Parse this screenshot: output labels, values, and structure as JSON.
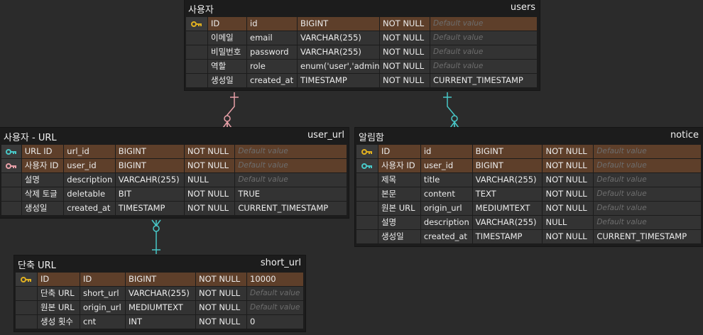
{
  "colors": {
    "pk_row": "#5e3f2a",
    "pk_key": "#e0b020",
    "fk_pink": "#e8a0a8",
    "fk_teal": "#48c8c8"
  },
  "tables": [
    {
      "title": "사용자",
      "name": "users",
      "rows": [
        {
          "label": "ID",
          "column": "id",
          "type": "BIGINT",
          "nullable": "NOT NULL",
          "default": "Default value",
          "default_placeholder": true,
          "key": "pk-key-icon",
          "pk": true
        },
        {
          "label": "이메일",
          "column": "email",
          "type": "VARCHAR(255)",
          "nullable": "NOT NULL",
          "default": "Default value",
          "default_placeholder": true,
          "key": "",
          "pk": false
        },
        {
          "label": "비밀번호",
          "column": "password",
          "type": "VARCHAR(255)",
          "nullable": "NOT NULL",
          "default": "Default value",
          "default_placeholder": true,
          "key": "",
          "pk": false
        },
        {
          "label": "역할",
          "column": "role",
          "type": "enum('user','admin')",
          "nullable": "NOT NULL",
          "default": "Default value",
          "default_placeholder": true,
          "key": "",
          "pk": false
        },
        {
          "label": "생성일",
          "column": "created_at",
          "type": "TIMESTAMP",
          "nullable": "NOT NULL",
          "default": "CURRENT_TIMESTAMP",
          "default_placeholder": false,
          "key": "",
          "pk": false
        }
      ]
    },
    {
      "title": "사용자 - URL",
      "name": "user_url",
      "rows": [
        {
          "label": "URL ID",
          "column": "url_id",
          "type": "BIGINT",
          "nullable": "NOT NULL",
          "default": "Default value",
          "default_placeholder": true,
          "key": "fk-teal-key-icon",
          "pk": true
        },
        {
          "label": "사용자 ID",
          "column": "user_id",
          "type": "BIGINT",
          "nullable": "NOT NULL",
          "default": "Default value",
          "default_placeholder": true,
          "key": "fk-pink-key-icon",
          "pk": true
        },
        {
          "label": "설명",
          "column": "description",
          "type": "VARCAHR(255)",
          "nullable": "NULL",
          "default": "Default value",
          "default_placeholder": true,
          "key": "",
          "pk": false
        },
        {
          "label": "삭제 토글",
          "column": "deletable",
          "type": "BIT",
          "nullable": "NOT NULL",
          "default": "TRUE",
          "default_placeholder": false,
          "key": "",
          "pk": false
        },
        {
          "label": "생성일",
          "column": "created_at",
          "type": "TIMESTAMP",
          "nullable": "NOT NULL",
          "default": "CURRENT_TIMESTAMP",
          "default_placeholder": false,
          "key": "",
          "pk": false
        }
      ]
    },
    {
      "title": "알림함",
      "name": "notice",
      "rows": [
        {
          "label": "ID",
          "column": "id",
          "type": "BIGINT",
          "nullable": "NOT NULL",
          "default": "Default value",
          "default_placeholder": true,
          "key": "pk-key-icon",
          "pk": true
        },
        {
          "label": "사용자 ID",
          "column": "user_id",
          "type": "BIGINT",
          "nullable": "NOT NULL",
          "default": "Default value",
          "default_placeholder": true,
          "key": "fk-teal-key-icon",
          "pk": true
        },
        {
          "label": "제목",
          "column": "title",
          "type": "VARCHAR(255)",
          "nullable": "NOT NULL",
          "default": "Default value",
          "default_placeholder": true,
          "key": "",
          "pk": false
        },
        {
          "label": "본문",
          "column": "content",
          "type": "TEXT",
          "nullable": "NOT NULL",
          "default": "Default value",
          "default_placeholder": true,
          "key": "",
          "pk": false
        },
        {
          "label": "원본 URL",
          "column": "origin_url",
          "type": "MEDIUMTEXT",
          "nullable": "NOT NULL",
          "default": "Default value",
          "default_placeholder": true,
          "key": "",
          "pk": false
        },
        {
          "label": "설명",
          "column": "description",
          "type": "VARCHAR(255)",
          "nullable": "NULL",
          "default": "Default value",
          "default_placeholder": true,
          "key": "",
          "pk": false
        },
        {
          "label": "생성일",
          "column": "created_at",
          "type": "TIMESTAMP",
          "nullable": "NOT NULL",
          "default": "CURRENT_TIMESTAMP",
          "default_placeholder": false,
          "key": "",
          "pk": false
        }
      ]
    },
    {
      "title": "단축 URL",
      "name": "short_url",
      "rows": [
        {
          "label": "ID",
          "column": "ID",
          "type": "BIGINT",
          "nullable": "NOT NULL",
          "default": "10000",
          "default_placeholder": false,
          "key": "pk-key-icon",
          "pk": true
        },
        {
          "label": "단축 URL",
          "column": "short_url",
          "type": "VARCHAR(255)",
          "nullable": "NOT NULL",
          "default": "Default value",
          "default_placeholder": true,
          "key": "",
          "pk": false
        },
        {
          "label": "원본 URL",
          "column": "origin_url",
          "type": "MEDIUMTEXT",
          "nullable": "NOT NULL",
          "default": "Default value",
          "default_placeholder": true,
          "key": "",
          "pk": false
        },
        {
          "label": "생성 횟수",
          "column": "cnt",
          "type": "INT",
          "nullable": "NOT NULL",
          "default": "0",
          "default_placeholder": false,
          "key": "",
          "pk": false
        }
      ]
    }
  ],
  "relations": [
    {
      "from": "users",
      "to": "user_url",
      "kind": "one-to-zero-or-many",
      "color": "#e8a0a8"
    },
    {
      "from": "users",
      "to": "notice",
      "kind": "one-to-zero-or-many",
      "color": "#48c8c8"
    },
    {
      "from": "short_url",
      "to": "user_url",
      "kind": "one-to-zero-or-many",
      "color": "#48c8c8"
    }
  ]
}
